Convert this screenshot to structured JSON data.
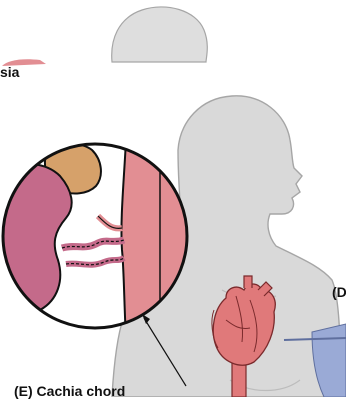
{
  "labels": {
    "top_partial": "sia",
    "right_partial": "(D",
    "bottom_partial": "(E) Cachia chord"
  },
  "colors": {
    "body": "#d9d9d9",
    "body_outline": "#a6a6a6",
    "heart": "#e0797a",
    "heart_dark": "#7a2a2c",
    "tissue_mauve": "#c46a8a",
    "tissue_pink": "#e28e93",
    "tissue_tan": "#d6a16a",
    "device_blue": "#9aaad6"
  }
}
